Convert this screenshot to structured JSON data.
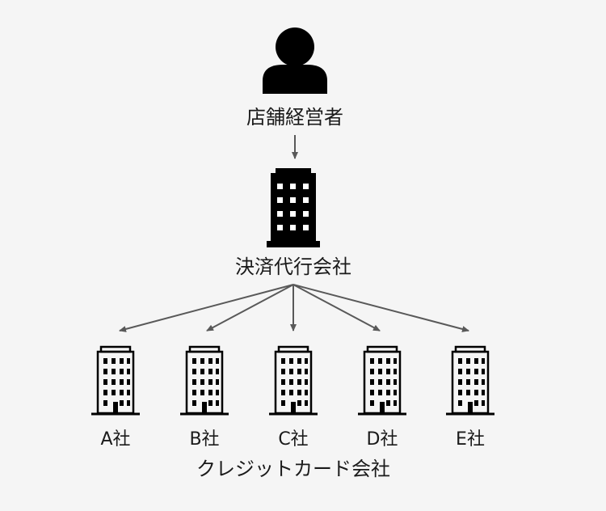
{
  "owner": {
    "label": "店舗経営者",
    "icon": "person-icon"
  },
  "payment_agent": {
    "label": "決済代行会社",
    "icon": "office-building-icon"
  },
  "card_companies": {
    "group_label": "クレジットカード会社",
    "icon": "building-outline-icon",
    "items": [
      {
        "label": "A社"
      },
      {
        "label": "B社"
      },
      {
        "label": "C社"
      },
      {
        "label": "D社"
      },
      {
        "label": "E社"
      }
    ]
  },
  "colors": {
    "background": "#f5f5f5",
    "icon_fill": "#000000",
    "arrow": "#595959",
    "text": "#1a1a1a"
  }
}
